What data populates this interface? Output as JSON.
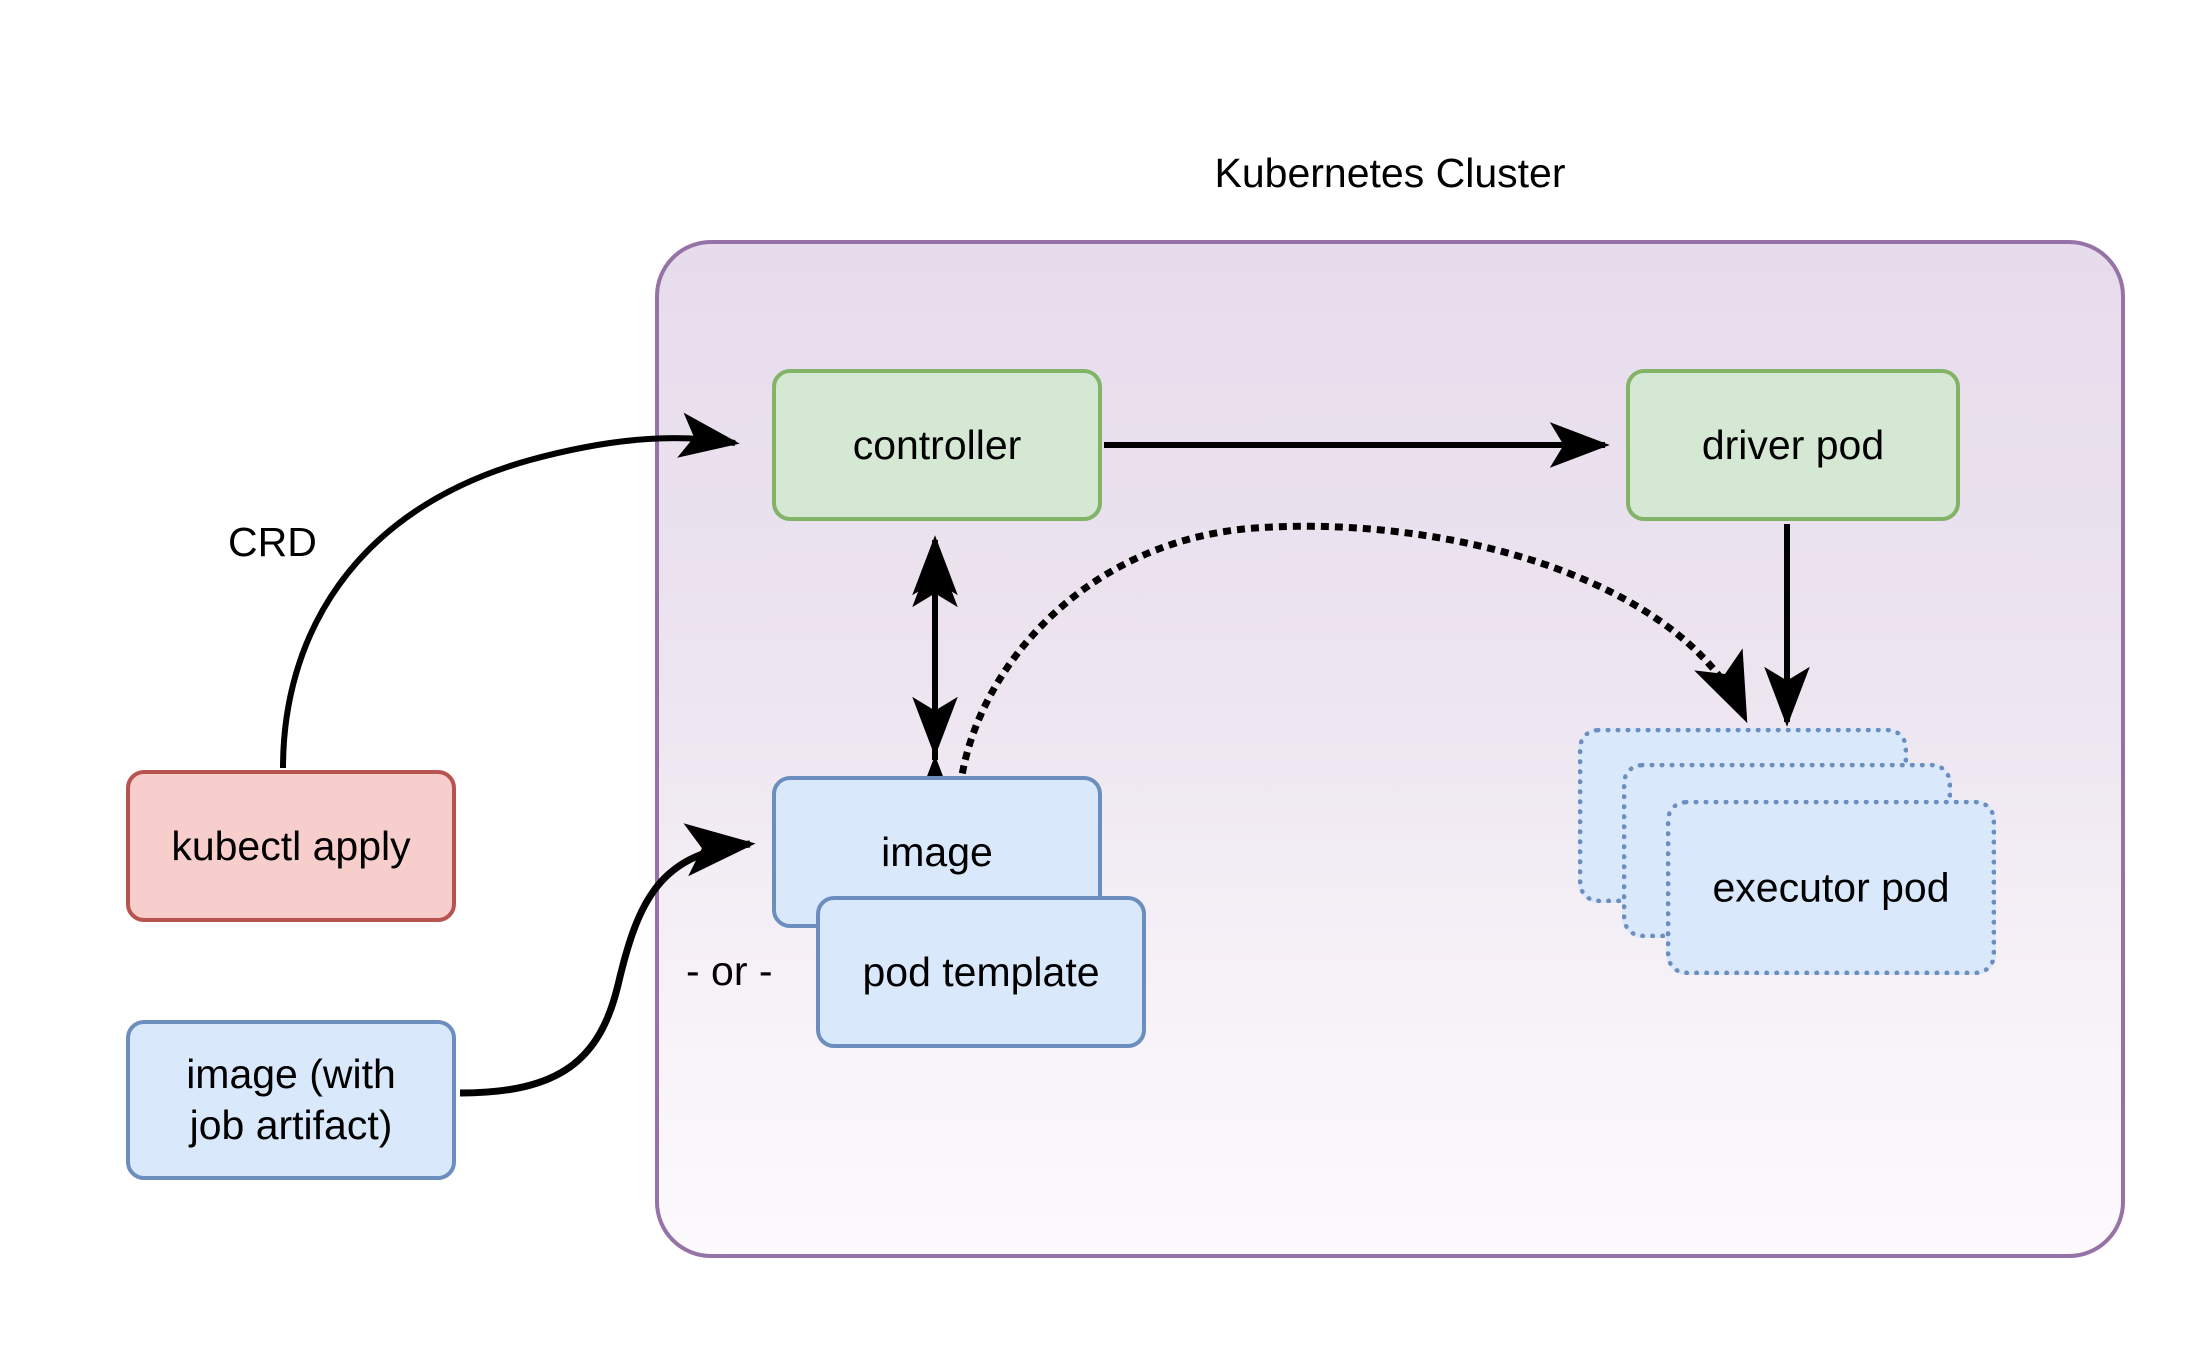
{
  "diagram": {
    "type": "architecture-flow",
    "title": "Kubernetes Cluster",
    "background_color": "#ffffff"
  },
  "cluster": {
    "title": "Kubernetes Cluster",
    "border_color": "#9673a6",
    "fill_gradient_top": "#e7dcec",
    "fill_gradient_bottom": "#fcfafc"
  },
  "nodes": {
    "controller": {
      "label": "controller",
      "fill": "#d5e8d4",
      "stroke": "#82b366",
      "style": "solid"
    },
    "driver_pod": {
      "label": "driver pod",
      "fill": "#d5e8d4",
      "stroke": "#82b366",
      "style": "solid"
    },
    "image": {
      "label": "image",
      "fill": "#dae8fc",
      "stroke": "#6c8ebf",
      "style": "solid"
    },
    "pod_template": {
      "label": "pod template",
      "fill": "#dae8fc",
      "stroke": "#6c8ebf",
      "style": "solid"
    },
    "kubectl_apply": {
      "label": "kubectl apply",
      "fill": "#f8cecc",
      "stroke": "#b85450",
      "style": "solid"
    },
    "image_artifact": {
      "label": "image (with job artifact)",
      "line1": "image (with",
      "line2": "job artifact)",
      "fill": "#dae8fc",
      "stroke": "#6c8ebf",
      "style": "solid"
    },
    "executor_pod_1": {
      "label": "executor pod",
      "fill": "#dae8fc",
      "stroke": "#6c8ebf",
      "style": "dotted"
    },
    "executor_pod_2": {
      "label": "executor pod",
      "fill": "#dae8fc",
      "stroke": "#6c8ebf",
      "style": "dotted"
    },
    "executor_pod_3": {
      "label": "executor pod",
      "fill": "#dae8fc",
      "stroke": "#6c8ebf",
      "style": "dotted"
    }
  },
  "labels": {
    "crd": "CRD",
    "or": "- or -"
  },
  "edges": [
    {
      "id": "kubectl-to-controller",
      "from": "kubectl_apply",
      "to": "controller",
      "label": "CRD",
      "style": "solid",
      "arrow": "end"
    },
    {
      "id": "controller-to-driver",
      "from": "controller",
      "to": "driver_pod",
      "label": "",
      "style": "solid",
      "arrow": "end"
    },
    {
      "id": "controller-image",
      "from": "controller",
      "to": "image",
      "label": "",
      "style": "solid",
      "arrow": "both"
    },
    {
      "id": "artifact-to-image",
      "from": "image_artifact",
      "to": "image",
      "label": "",
      "style": "solid",
      "arrow": "end"
    },
    {
      "id": "driver-to-executors",
      "from": "driver_pod",
      "to": "executor_pod_1",
      "label": "",
      "style": "solid",
      "arrow": "end"
    },
    {
      "id": "image-to-executors",
      "from": "image",
      "to": "executor_pod_1",
      "label": "",
      "style": "dotted",
      "arrow": "end"
    }
  ],
  "colors": {
    "edge_stroke": "#000000",
    "text": "#000000"
  }
}
